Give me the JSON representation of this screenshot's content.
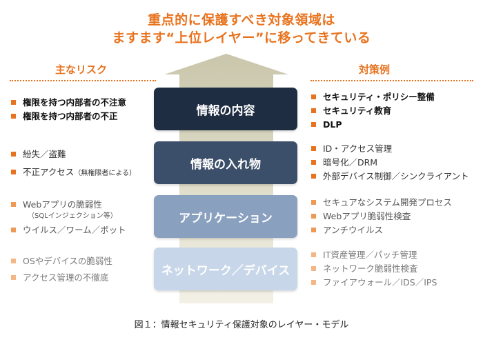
{
  "title": {
    "line1": "重点的に保護すべき対象領域は",
    "line2": "ますます“上位レイヤー”に移ってきている"
  },
  "risk_header": "主なリスク",
  "measure_header": "対策例",
  "layers": [
    {
      "label": "情報の内容",
      "risks": [
        {
          "text": "権限を持つ内部者の不注意"
        },
        {
          "text": "権限を持つ内部者の不正"
        }
      ],
      "measures": [
        "セキュリティ・ポリシー整備",
        "セキュリティ教育",
        "DLP"
      ]
    },
    {
      "label": "情報の入れ物",
      "risks": [
        {
          "text": "紛失／盗難"
        },
        {
          "text": "不正アクセス",
          "note": "（無権限者による）"
        }
      ],
      "measures": [
        "ID・アクセス管理",
        "暗号化／DRM",
        "外部デバイス制御／シンクライアント"
      ]
    },
    {
      "label": "アプリケーション",
      "risks": [
        {
          "text": "Webアプリの脆弱性",
          "sub": "（SQLインジェクション等）"
        },
        {
          "text": "ウイルス／ワーム／ボット"
        }
      ],
      "measures": [
        "セキュアなシステム開発プロセス",
        "Webアプリ脆弱性検査",
        "アンチウイルス"
      ]
    },
    {
      "label": "ネットワーク／デバイス",
      "risks": [
        {
          "text": "OSやデバイスの脆弱性"
        },
        {
          "text": "アクセス管理の不徹底"
        }
      ],
      "measures": [
        "IT資産管理／パッチ管理",
        "ネットワーク脆弱性検査",
        "ファイアウォール／IDS／IPS"
      ]
    }
  ],
  "caption": "図１：情報セキュリティ保護対象のレイヤー・モデル",
  "colors": {
    "accent": "#e8731e",
    "layer_0": "#1f2d43",
    "layer_1": "#3c4f6a",
    "layer_2": "#8aa0bf",
    "layer_3": "#c7d6e8"
  }
}
